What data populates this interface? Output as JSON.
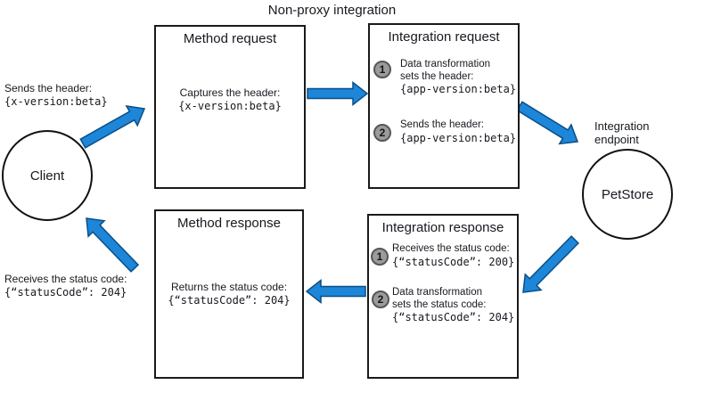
{
  "diagram": {
    "title": "Non-proxy integration",
    "client": {
      "label": "Client"
    },
    "petstore": {
      "label": "PetStore",
      "caption": [
        "Integration",
        "endpoint"
      ]
    },
    "client_sends": {
      "text": "Sends the header:",
      "code": "{x-version:beta}"
    },
    "client_receives": {
      "text": "Receives the status code:",
      "code": "{“statusCode”: 204}"
    },
    "method_request": {
      "title": "Method request",
      "text": "Captures the header:",
      "code": "{x-version:beta}"
    },
    "integration_request": {
      "title": "Integration request",
      "steps": [
        {
          "num": "1",
          "lines": [
            "Data transformation",
            "sets the header:"
          ],
          "code": "{app-version:beta}"
        },
        {
          "num": "2",
          "lines": [
            "Sends the header:"
          ],
          "code": "{app-version:beta}"
        }
      ]
    },
    "integration_response": {
      "title": "Integration response",
      "steps": [
        {
          "num": "1",
          "lines": [
            "Receives the status code:"
          ],
          "code": "{“statusCode”: 200}"
        },
        {
          "num": "2",
          "lines": [
            "Data transformation",
            "sets the status code:"
          ],
          "code": "{“statusCode”: 204}"
        }
      ]
    },
    "method_response": {
      "title": "Method response",
      "text": "Returns the status code:",
      "code": "{“statusCode”: 204}"
    },
    "edges": [
      {
        "from": "client",
        "to": "method-request"
      },
      {
        "from": "method-request",
        "to": "integration-request"
      },
      {
        "from": "integration-request",
        "to": "petstore"
      },
      {
        "from": "petstore",
        "to": "integration-response"
      },
      {
        "from": "integration-response",
        "to": "method-response"
      },
      {
        "from": "method-response",
        "to": "client"
      }
    ],
    "colors": {
      "arrow_fill": "#1d86d8",
      "arrow_stroke": "#0a4f87",
      "step_circle_fill": "#9b9b9b",
      "step_circle_stroke": "#565656",
      "box_border": "#1a1a1a",
      "text": "#16191f"
    }
  }
}
